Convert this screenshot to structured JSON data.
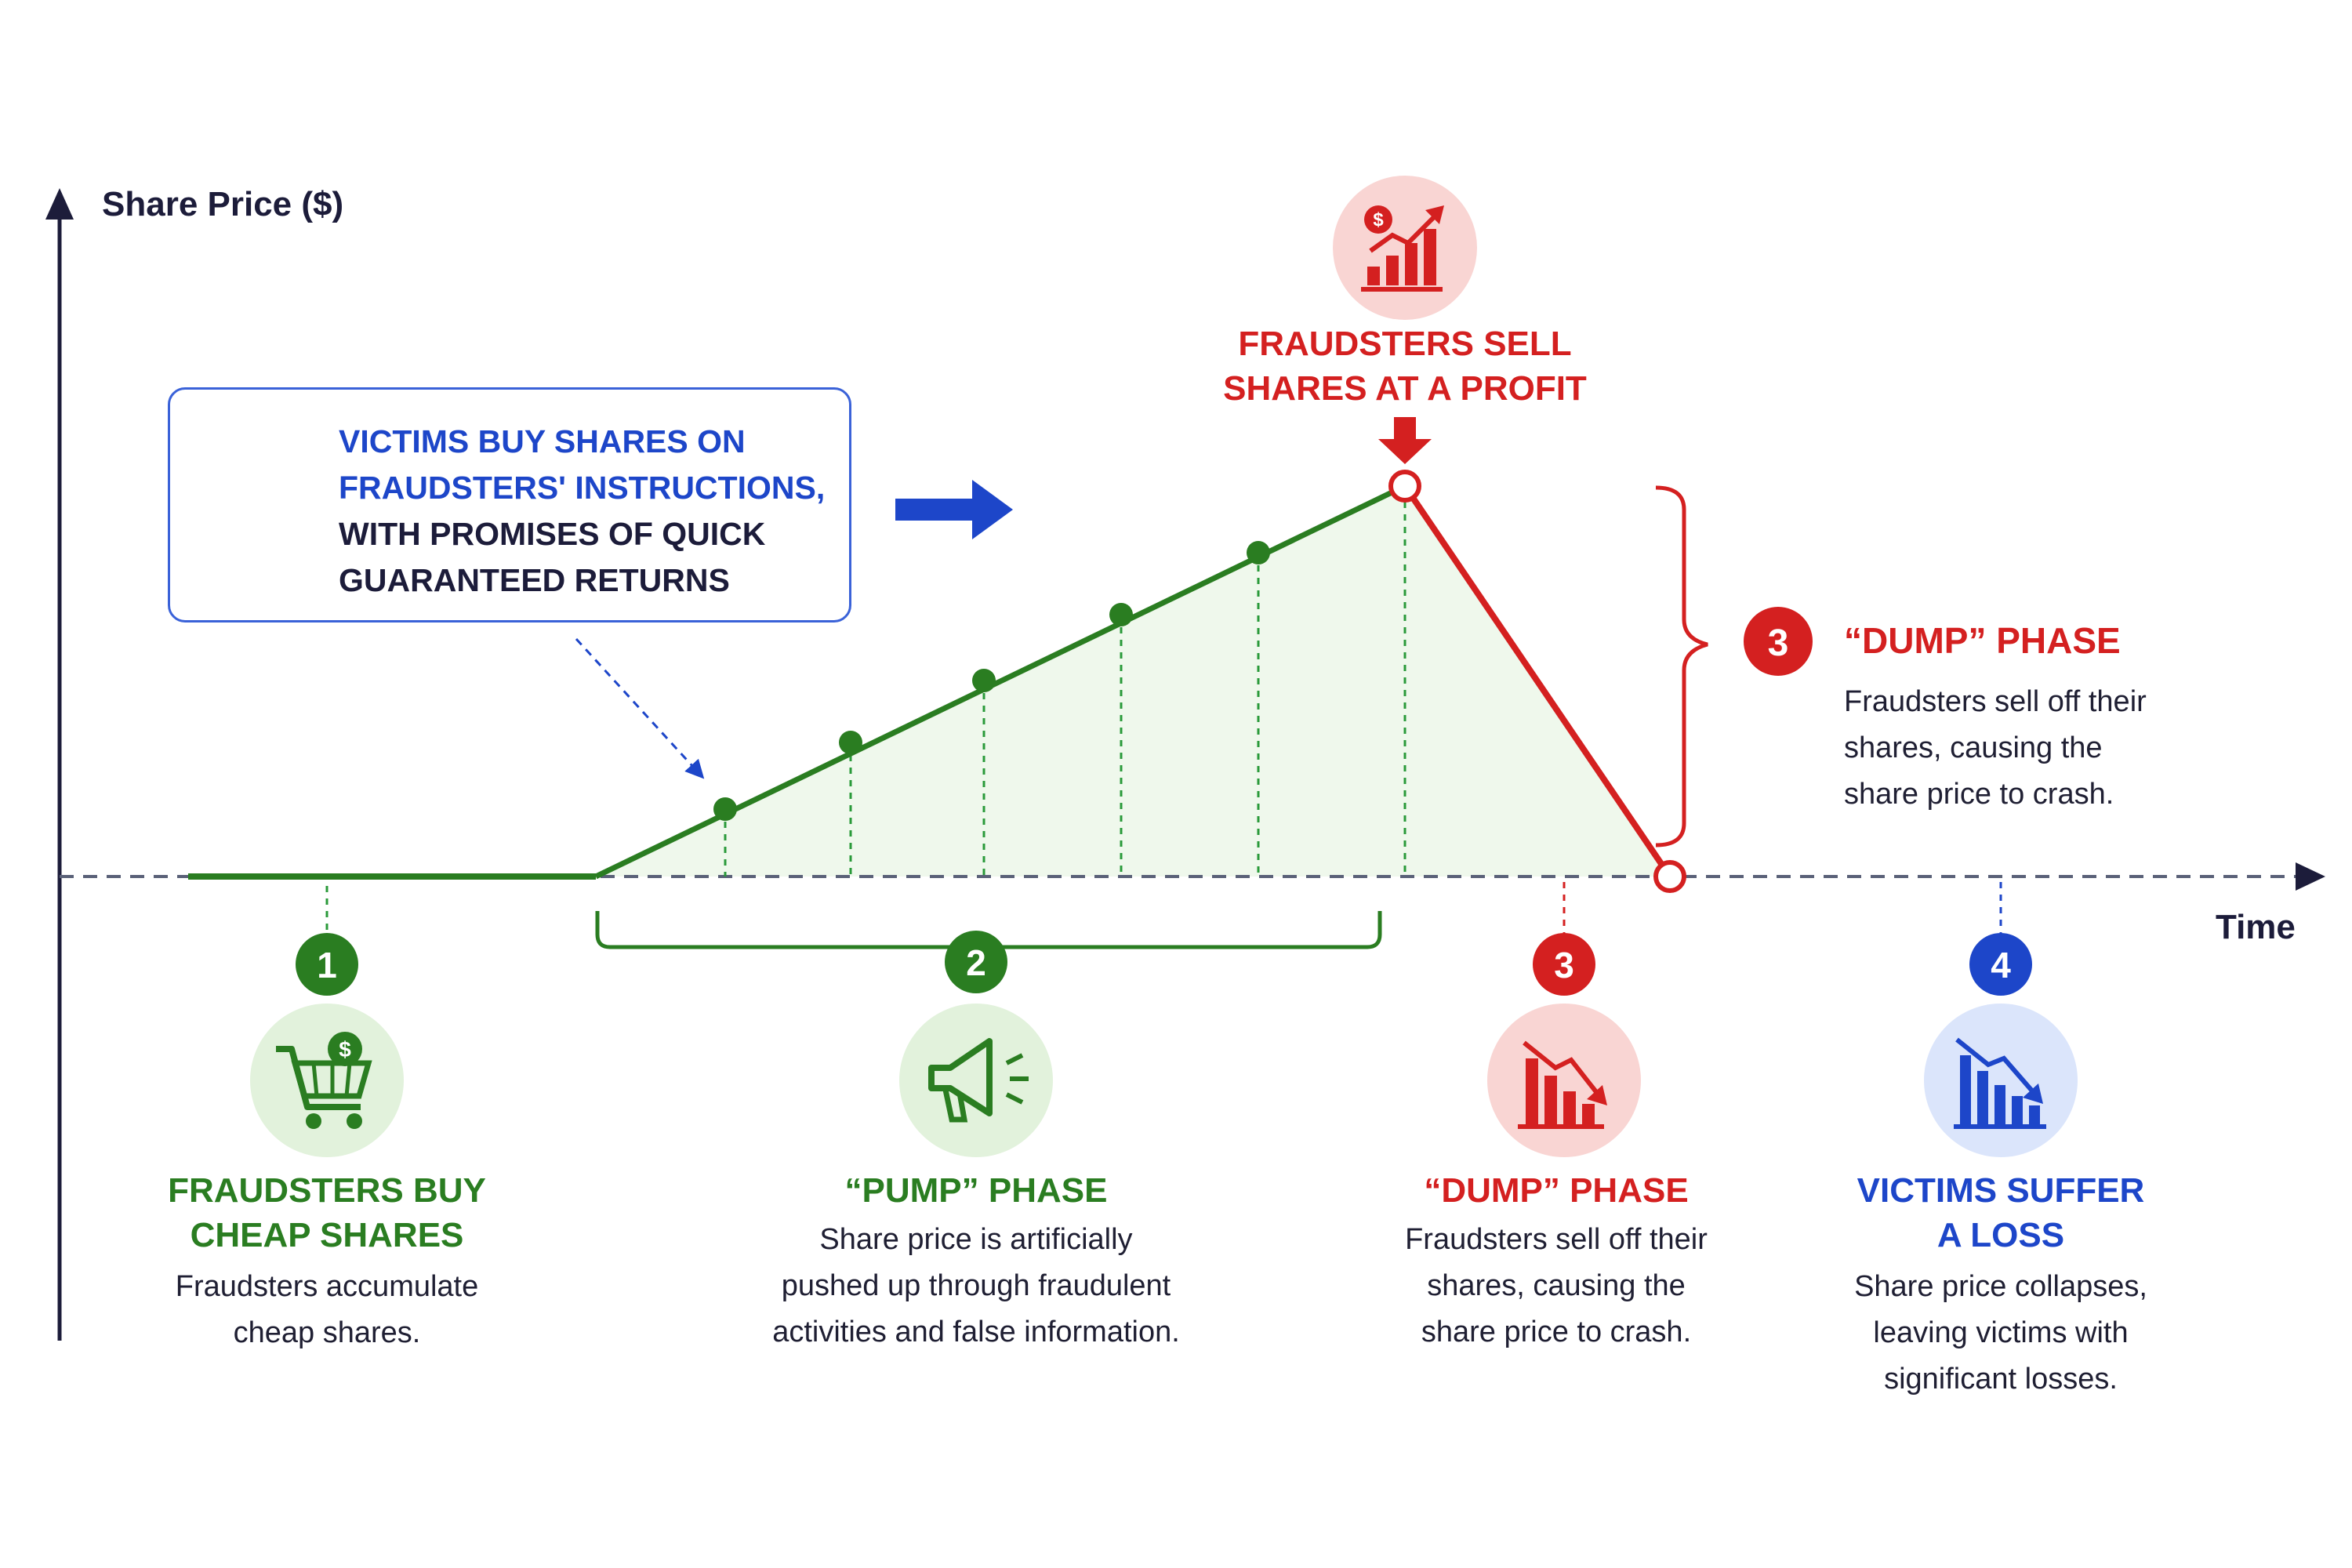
{
  "axes": {
    "y_label": "Share Price ($)",
    "x_label": "Time"
  },
  "callout": {
    "highlight_lines": [
      "VICTIMS BUY SHARES ON",
      "FRAUDSTERS' INSTRUCTIONS,"
    ],
    "dark_lines": [
      "WITH PROMISES OF QUICK",
      "GUARANTEED RETURNS"
    ],
    "icon": "document-edit-icon"
  },
  "peak_label": {
    "lines": [
      "FRAUDSTERS SELL",
      "SHARES AT A PROFIT"
    ],
    "icon": "rising-bar-chart-dollar-icon"
  },
  "side_note": {
    "number": "3",
    "title": "“DUMP” PHASE",
    "lines": [
      "Fraudsters sell off their",
      "shares, causing the",
      "share price to crash."
    ]
  },
  "steps": [
    {
      "number": "1",
      "icon": "shopping-cart-dollar-icon",
      "title_lines": [
        "FRAUDSTERS BUY",
        "CHEAP SHARES"
      ],
      "body_lines": [
        "Fraudsters accumulate",
        "cheap shares."
      ],
      "color": "#2a7d21"
    },
    {
      "number": "2",
      "icon": "megaphone-icon",
      "title_lines": [
        "“PUMP” PHASE"
      ],
      "body_lines": [
        "Share price is artificially",
        "pushed up through fraudulent",
        "activities and false information."
      ],
      "color": "#2a7d21"
    },
    {
      "number": "3",
      "icon": "falling-bar-chart-icon",
      "title_lines": [
        "“DUMP” PHASE"
      ],
      "body_lines": [
        "Fraudsters sell off their",
        "shares, causing the",
        "share price to crash."
      ],
      "color": "#d42020"
    },
    {
      "number": "4",
      "icon": "falling-bar-chart-icon",
      "title_lines": [
        "VICTIMS SUFFER",
        "A LOSS"
      ],
      "body_lines": [
        "Share price collapses,",
        "leaving victims with",
        "significant losses."
      ],
      "color": "#1d46c9"
    }
  ],
  "colors": {
    "green": "#2a7d21",
    "red": "#d42020",
    "blue": "#1d46c9",
    "axis": "#1c1c3a"
  }
}
